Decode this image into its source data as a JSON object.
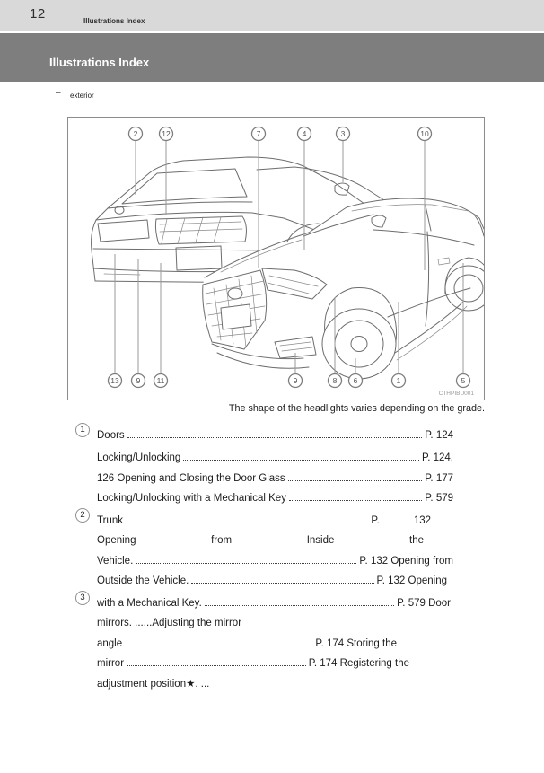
{
  "header": {
    "page_number": "12",
    "chapter_title": "Illustrations Index",
    "banner_title": "Illustrations Index"
  },
  "section": {
    "dash": "–",
    "label": "exterior"
  },
  "figure": {
    "code": "CTHPIBU001",
    "caption": "The shape of the headlights varies depending on the grade.",
    "top_callouts": [
      "2",
      "12",
      "7",
      "4",
      "3",
      "10"
    ],
    "bottom_callouts": [
      "13",
      "9",
      "11",
      "9",
      "8",
      "6",
      "1",
      "5"
    ]
  },
  "index": {
    "entries": [
      {
        "badge": "1",
        "l1_left": "Doors",
        "l1_right": "P. 124",
        "l2_left": "Locking/Unlocking",
        "l2_right": "P. 124,",
        "l3_left": "126 Opening and Closing the Door Glass",
        "l3_right": "P. 177",
        "l4_left": "Locking/Unlocking with a Mechanical Key",
        "l4_right": "P. 579"
      },
      {
        "badge": "2",
        "l1_left": "Trunk",
        "l1_right": "P.",
        "l1_right2": "132",
        "l2_w1": "Opening",
        "l2_w2": "from",
        "l2_w3": "Inside",
        "l2_w4": "the",
        "l3_left": "Vehicle.",
        "l3_right": "P. 132 Opening from",
        "l4_left": "Outside the Vehicle.",
        "l4_right": "P. 132 Opening"
      },
      {
        "badge": "3",
        "l1_left": "with a Mechanical Key.",
        "l1_right": "P. 579 Door",
        "l2_text": "mirrors. ......Adjusting the mirror",
        "l3_left": "angle",
        "l3_right": "P. 174 Storing the",
        "l4_left": "mirror",
        "l4_right": "P. 174 Registering the",
        "l5_text": "adjustment position★. ..."
      }
    ]
  }
}
